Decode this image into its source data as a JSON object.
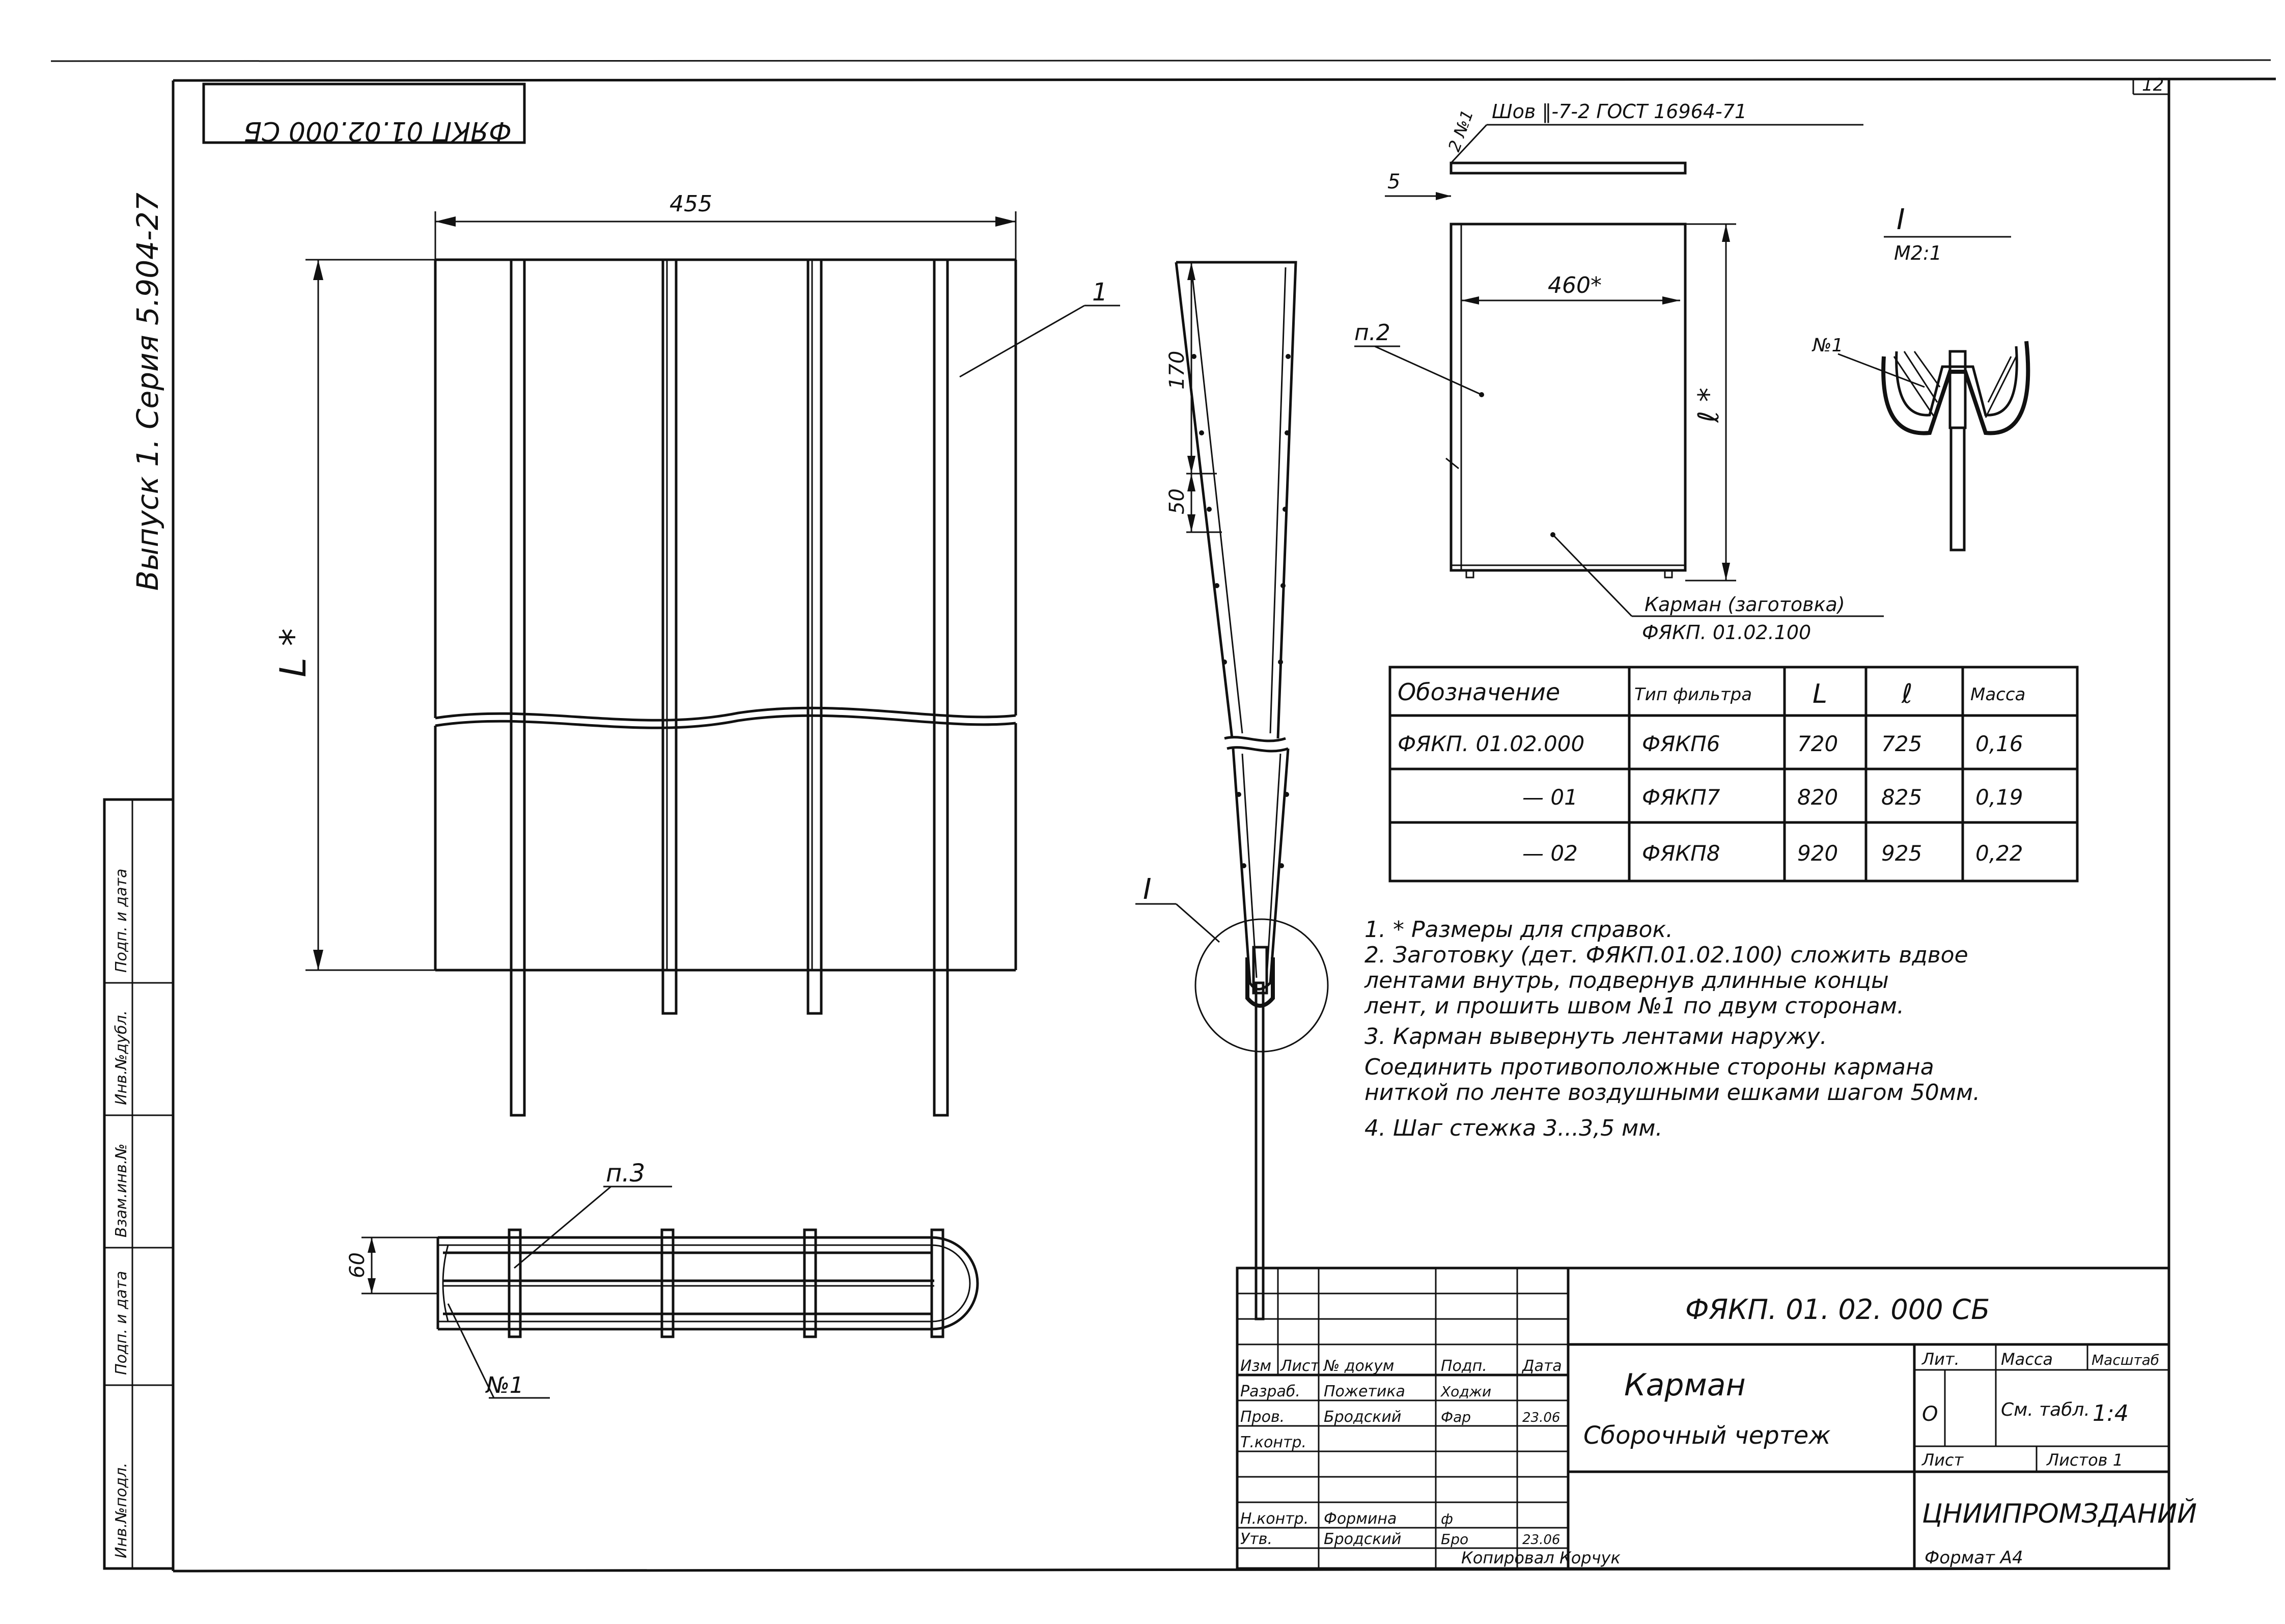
{
  "sheet": {
    "page_number": "12",
    "series": "Выпуск 1. Серия 5.904-27",
    "rotated_code": "ФЯКП 01.02.000 СБ"
  },
  "views": {
    "front": {
      "width_dim": "455",
      "height_dim": "L *",
      "callout": "1"
    },
    "side": {
      "dim_top": "170",
      "dim_mid": "50",
      "detail_ref": "I"
    },
    "blank": {
      "seam_label": "Шов ‖-7-2  ГОСТ 16964-71",
      "seam_no": "2 №1",
      "dim_gap": "5",
      "dim_width": "460*",
      "dim_height": "ℓ *",
      "part_label": "п.2",
      "name_line1": "Карман (заготовка)",
      "name_line2": "ФЯКП. 01.02.100"
    },
    "detail": {
      "title": "I",
      "scale": "М2:1",
      "seam_no": "№1"
    },
    "plan": {
      "part_label": "п.3",
      "dim": "60",
      "seam_no": "№1"
    }
  },
  "table": {
    "headers": [
      "Обозначение",
      "Тип фильтра",
      "L",
      "ℓ",
      "Масса"
    ],
    "rows": [
      [
        "ФЯКП. 01.02.000",
        "ФЯКП6",
        "720",
        "725",
        "0,16"
      ],
      [
        "— 01",
        "ФЯКП7",
        "820",
        "825",
        "0,19"
      ],
      [
        "— 02",
        "ФЯКП8",
        "920",
        "925",
        "0,22"
      ]
    ]
  },
  "notes": [
    "1. * Размеры для справок.",
    "2. Заготовку (дет. ФЯКП.01.02.100) сложить вдвое",
    "    лентами внутрь, подвернув длинные концы",
    "    лент, и прошить швом №1 по двум сторонам.",
    "3. Карман вывернуть лентами наружу.",
    "    Соединить противоположные стороны кармана",
    "    ниткой по ленте воздушными ешками шагом 50мм.",
    "4. Шаг стежка 3...3,5 мм."
  ],
  "side_stamp": [
    "Инв.№подл.",
    "Подп. и дата",
    "Взам.инв.№",
    "Инв.№дубл.",
    "Подп. и дата"
  ],
  "title_block": {
    "doc_code": "ФЯКП. 01. 02. 000 СБ",
    "name": "Карман",
    "doc_type": "Сборочный чертеж",
    "col_headers": [
      "Изм",
      "Лист",
      "№ докум",
      "Подп.",
      "Дата"
    ],
    "roles": [
      {
        "role": "Разраб.",
        "name": "Пожетика",
        "sign": "Ходжи",
        "date": ""
      },
      {
        "role": "Пров.",
        "name": "Бродский",
        "sign": "Фар",
        "date": "23.06"
      },
      {
        "role": "Т.контр.",
        "name": "",
        "sign": "",
        "date": ""
      },
      {
        "role": "Н.контр.",
        "name": "Формина",
        "sign": "ф",
        "date": ""
      },
      {
        "role": "Утв.",
        "name": "Бродский",
        "sign": "Бро",
        "date": "23.06"
      }
    ],
    "lit_label": "Лит.",
    "lit_value": "О",
    "mass_label": "Масса",
    "mass_value": "См. табл.",
    "scale_label": "Масштаб",
    "scale_value": "1:4",
    "sheet_label": "Лист",
    "sheets_label": "Листов 1",
    "org": "ЦНИИПРОМЗДАНИЙ",
    "copied": "Копировал  Корчук",
    "format": "Формат А4"
  }
}
